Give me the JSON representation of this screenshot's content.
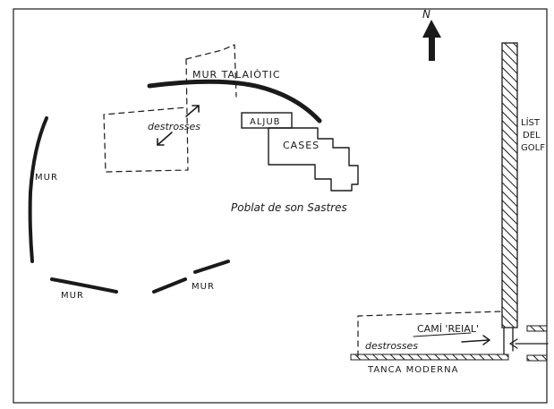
{
  "labels": {
    "mur_talaiotic": "MUR TALAIÒTIC",
    "destrosses_top": "destrosses",
    "aljub": "ALJUB",
    "cases": "CASES",
    "poblat": "Poblat de son Sastres",
    "mur_left": "MUR",
    "mur_bottom_left": "MUR",
    "mur_bottom_mid": "MUR",
    "cami_reial": "CAMÍ 'REIAL'",
    "destrosses_bottom": "destrosses",
    "tanca_moderna": "TANCA MODERNA",
    "camp_golf": [
      "LÍST",
      "DEL",
      "GOLF"
    ],
    "north": "N"
  },
  "colors": {
    "ink": "#1a1a1a",
    "paper": "#ffffff"
  }
}
